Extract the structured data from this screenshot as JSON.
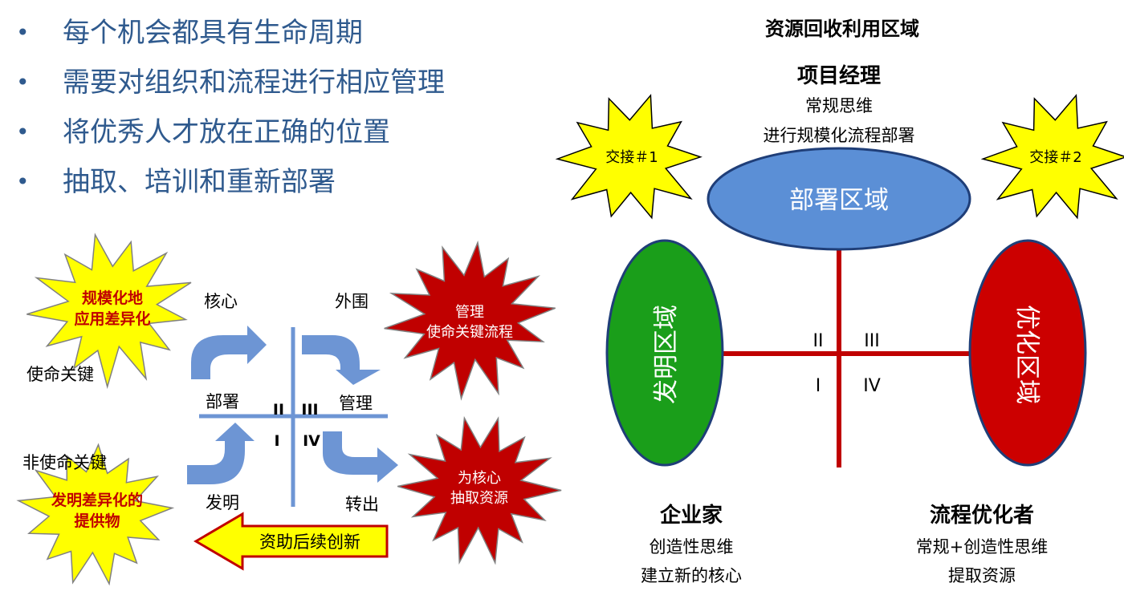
{
  "bullets": [
    "每个机会都具有生命周期",
    "需要对组织和流程进行相应管理",
    "将优秀人才放在正确的位置",
    "抽取、培训和重新部署"
  ],
  "left": {
    "burst_top_left": [
      "规模化地",
      "应用差异化"
    ],
    "burst_top_right": [
      "管理",
      "使命关键流程"
    ],
    "burst_bottom_right": [
      "为核心",
      "抽取资源"
    ],
    "burst_bottom_left": [
      "发明差异化的",
      "提供物"
    ],
    "label_core": "核心",
    "label_periphery": "外围",
    "label_mission_critical": "使命关键",
    "label_non_mission_critical": "非使命关键",
    "label_deploy": "部署",
    "label_manage": "管理",
    "label_invent": "发明",
    "label_transfer": "转出",
    "q1": "I",
    "q2": "II",
    "q3": "III",
    "q4": "IV",
    "funding_arrow": "资助后续创新"
  },
  "right": {
    "title": "资源回收利用区域",
    "pm_title": "项目经理",
    "pm_line1": "常规思维",
    "pm_line2": "进行规模化流程部署",
    "handoff1": "交接＃1",
    "handoff2": "交接＃2",
    "deploy_zone": "部署区域",
    "invent_zone": "发明区域",
    "optimize_zone": "优化区域",
    "q1": "I",
    "q2": "II",
    "q3": "III",
    "q4": "IV",
    "entrepreneur_title": "企业家",
    "entrepreneur_line1": "创造性思维",
    "entrepreneur_line2": "建立新的核心",
    "optimizer_title": "流程优化者",
    "optimizer_line1": "常规+创造性思维",
    "optimizer_line2": "提取资源"
  },
  "colors": {
    "bullet_text": "#2f5a8e",
    "blue_axis": "#6d95d4",
    "red_axis": "#c00000",
    "yellow_burst": "#ffff00",
    "red_burst": "#c00000",
    "blue_zone": "#5b8fd6",
    "green_zone": "#1a9e1a",
    "red_zone": "#cc0000"
  }
}
